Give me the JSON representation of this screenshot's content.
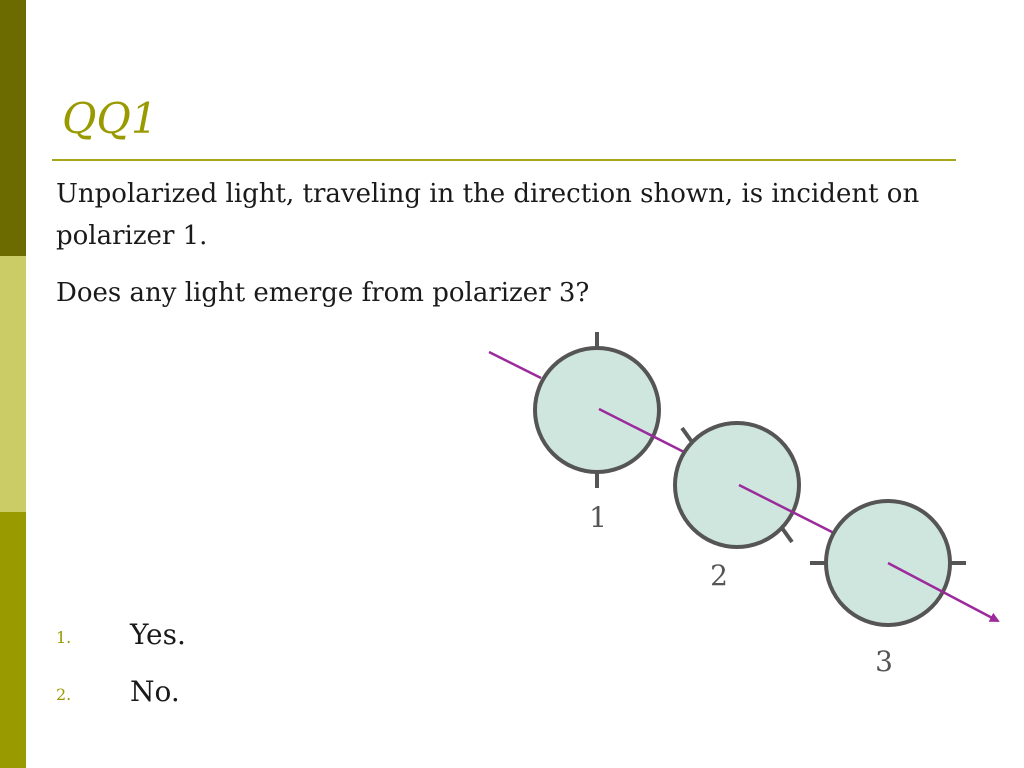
{
  "slide": {
    "title": "QQ1",
    "question_line1": "Unpolarized light, traveling in the direction shown, is incident on polarizer 1.",
    "question_line2": "Does any light emerge from polarizer 3?"
  },
  "options": [
    {
      "number": "1.",
      "label": "Yes."
    },
    {
      "number": "2.",
      "label": "No."
    }
  ],
  "diagram": {
    "polarizer_labels": [
      "1",
      "2",
      "3"
    ],
    "colors": {
      "lens_fill": "#cfe6df",
      "lens_rim": "#555555",
      "light_ray": "#9b2a9b"
    }
  },
  "theme": {
    "sidebar_colors": [
      "#6b6b00",
      "#cccc66",
      "#999900"
    ],
    "title_color": "#999900"
  }
}
